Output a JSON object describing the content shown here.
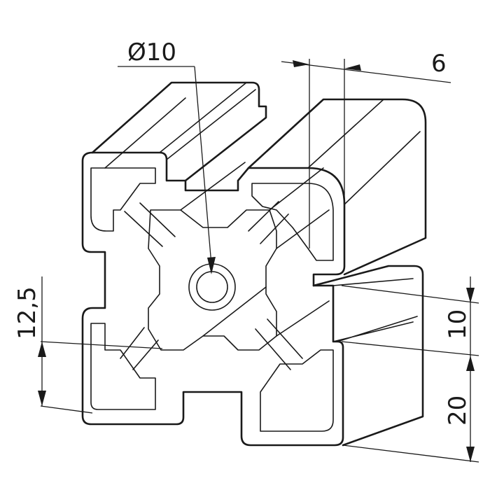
{
  "dimensions": {
    "diameter": "Ø10",
    "slot_width": "6",
    "offset_height": "12,5",
    "slot_spacing": "10",
    "half_profile": "20"
  }
}
